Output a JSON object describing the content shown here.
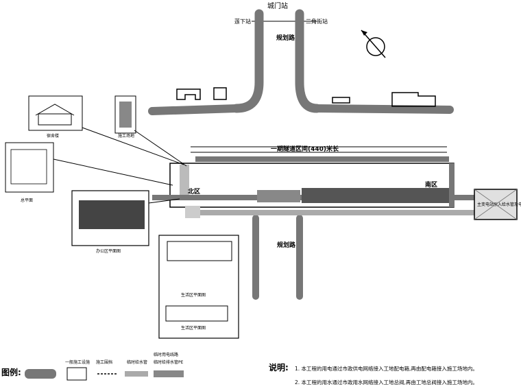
{
  "labels": {
    "top_station": "城门站",
    "left_station": "莲下站",
    "right_station": "三角街站",
    "road_north": "规划路",
    "road_south": "规划路",
    "tunnel_label": "一期隧道区间(440)米长",
    "north_zone": "北区",
    "south_zone": "南区",
    "east_box": "主变电站引入给水管及电力电缆",
    "inset_house": "宿舍楼",
    "inset_site": "施工场地",
    "inset_plan": "总平面",
    "inset_detail": "办公区平面图",
    "inset_camp_1": "生活区平面图",
    "inset_camp_2": "生活区平面图"
  },
  "legend": {
    "title": "图例:",
    "items": [
      {
        "id": "road",
        "label": "",
        "swatch": "thick-bar"
      },
      {
        "id": "building",
        "label": "一般施工设施",
        "swatch": "outline-box"
      },
      {
        "id": "fence",
        "label": "施工围挡",
        "swatch": "dashed-line"
      },
      {
        "id": "pipe",
        "label": "临时给水管",
        "swatch": "striped-line"
      },
      {
        "id": "gas",
        "label": "临时给排水管PE",
        "swatch": "gray-bar",
        "caption": "临时用电线路"
      }
    ]
  },
  "notes": {
    "title": "说明:",
    "lines": [
      "1. 本工程的用电通过市政供电网络接入工地配电箱,再由配电箱接入施工场地内。",
      "2. 本工程的用水通过市政用水网络接入工地总阀,再由工地总阀接入施工场地内。"
    ]
  },
  "colors": {
    "road": "#777777",
    "road_dark": "#555555",
    "pipe": "#9a9a9a",
    "tunnel_fill": "#555555",
    "site": "#cccccc"
  },
  "icons": {
    "north_arrow": "north-arrow-icon"
  }
}
